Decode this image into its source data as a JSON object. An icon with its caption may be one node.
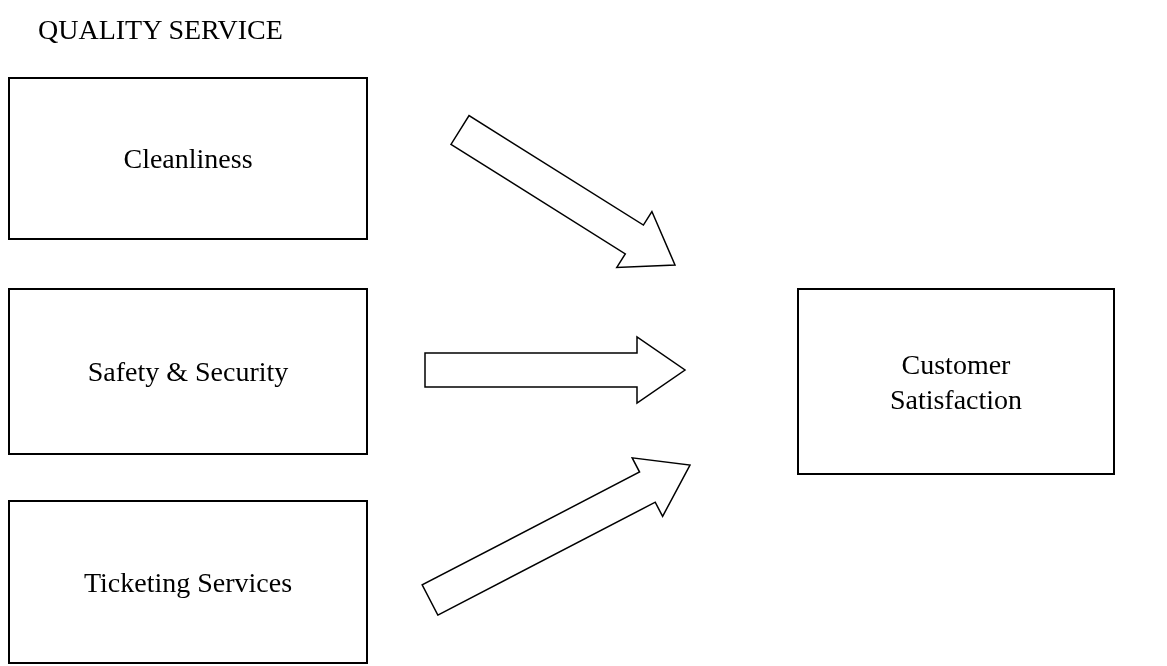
{
  "diagram": {
    "title": "QUALITY SERVICE",
    "nodes": [
      {
        "text": [
          "Cleanliness"
        ]
      },
      {
        "text": [
          "Safety & Security"
        ]
      },
      {
        "text": [
          "Ticketing Services"
        ]
      },
      {
        "text": [
          "Customer Satisfaction"
        ]
      }
    ],
    "edges": [
      {
        "from": 0,
        "to": 3,
        "arrow": "to",
        "style": "thick"
      },
      {
        "from": 1,
        "to": 3,
        "arrow": "to",
        "style": "thick"
      },
      {
        "from": 2,
        "to": 3,
        "arrow": "to",
        "style": "thick"
      }
    ]
  }
}
